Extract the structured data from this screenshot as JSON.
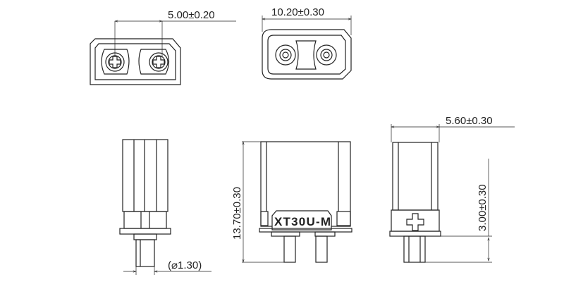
{
  "drawing": {
    "part_label": "XT30U-M",
    "dimensions": {
      "pin_pitch": "5.00±0.20",
      "width": "10.20±0.30",
      "depth": "5.60±0.30",
      "height": "13.70±0.30",
      "pin_length": "3.00±0.30",
      "pin_diameter": "(⌀1.30)"
    }
  }
}
